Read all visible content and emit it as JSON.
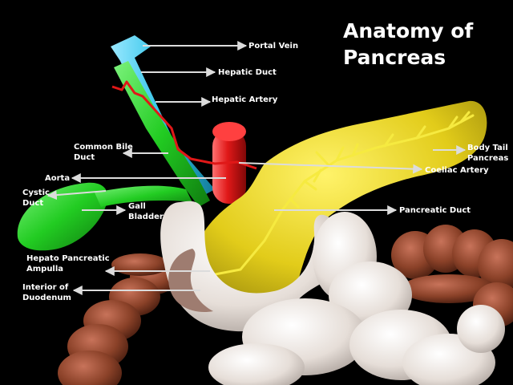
{
  "title_line1": "Anatomy of",
  "title_line2": "Pancreas",
  "labels": {
    "portal_vein": "Portal Vein",
    "hepatic_duct": "Hepatic Duct",
    "hepatic_artery": "Hepatic Artery",
    "common_bile_duct_1": "Common Bile",
    "common_bile_duct_2": "Duct",
    "aorta": "Aorta",
    "cystic_duct_1": "Cystic",
    "cystic_duct_2": "Duct",
    "gall_bladder_1": "Gall",
    "gall_bladder_2": "Bladder",
    "body_tail_1": "Body Tail",
    "body_tail_2": "Pancreas",
    "coeliac_artery": "Coeliac Artery",
    "pancreatic_duct": "Pancreatic Duct",
    "hepato_ampulla_1": "Hepato Pancreatic",
    "hepato_ampulla_2": "Ampulla",
    "interior_duodenum_1": "Interior of",
    "interior_duodenum_2": "Duodenum"
  },
  "colors": {
    "background": "#000000",
    "pancreas": "#e8d21e",
    "bile_duct": "#22cc22",
    "portal_vein": "#2fc3e8",
    "aorta": "#e01818",
    "colon": "#8a4128",
    "intestine": "#ece6e2",
    "ampulla": "#9e7c70",
    "arrow": "#dcdcdc"
  }
}
